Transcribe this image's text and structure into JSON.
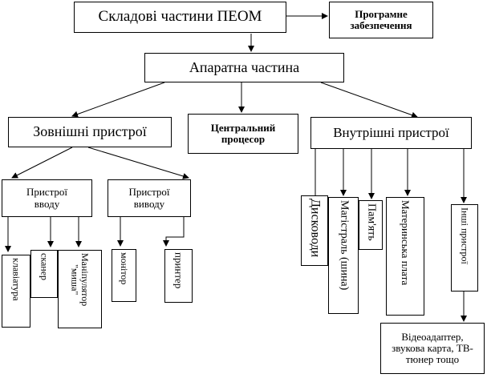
{
  "diagram": {
    "root": "Складові частини ПЕОМ",
    "software": "Програмне забезпечення",
    "hardware": "Апаратна частина",
    "external": "Зовнішні пристрої",
    "cpu": "Центральний процесор",
    "internal": "Внутрішні пристрої",
    "input": "Пристрої вводу",
    "output": "Пристрої виводу",
    "input_devices": [
      "клавіатура",
      "сканер",
      "Маніпулятор\n\"миша\""
    ],
    "output_devices": [
      "монітор",
      "принтер"
    ],
    "internal_devices": [
      "Дисководи",
      "Магістраль (шина)",
      "Пам'ять",
      "Материнська плата"
    ],
    "other": "Інші пристрої",
    "other_examples": "Відеоадаптер, звукова карта, ТВ-тюнер тощо"
  },
  "colors": {
    "line": "#000000",
    "box_fill": "#ffffff",
    "text": "#000000"
  }
}
